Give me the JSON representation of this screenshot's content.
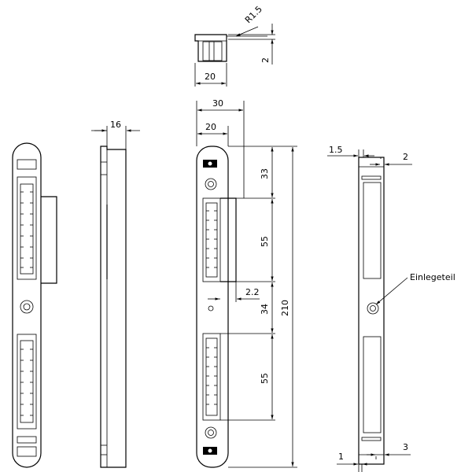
{
  "drawing": {
    "top_view": {
      "radius_label": "R1.5",
      "dim_width": "20",
      "dim_height": "2"
    },
    "side_view": {
      "dim_depth": "16"
    },
    "front_dimensioned": {
      "dim_30": "30",
      "dim_20": "20",
      "dim_33": "33",
      "dim_55_upper": "55",
      "dim_2_2": "2.2",
      "dim_34": "34",
      "dim_55_lower": "55",
      "dim_210": "210"
    },
    "right_view": {
      "dim_1_5": "1.5",
      "dim_2": "2",
      "callout_label": "Einlegeteil",
      "dim_1": "1",
      "dim_3": "3"
    }
  }
}
